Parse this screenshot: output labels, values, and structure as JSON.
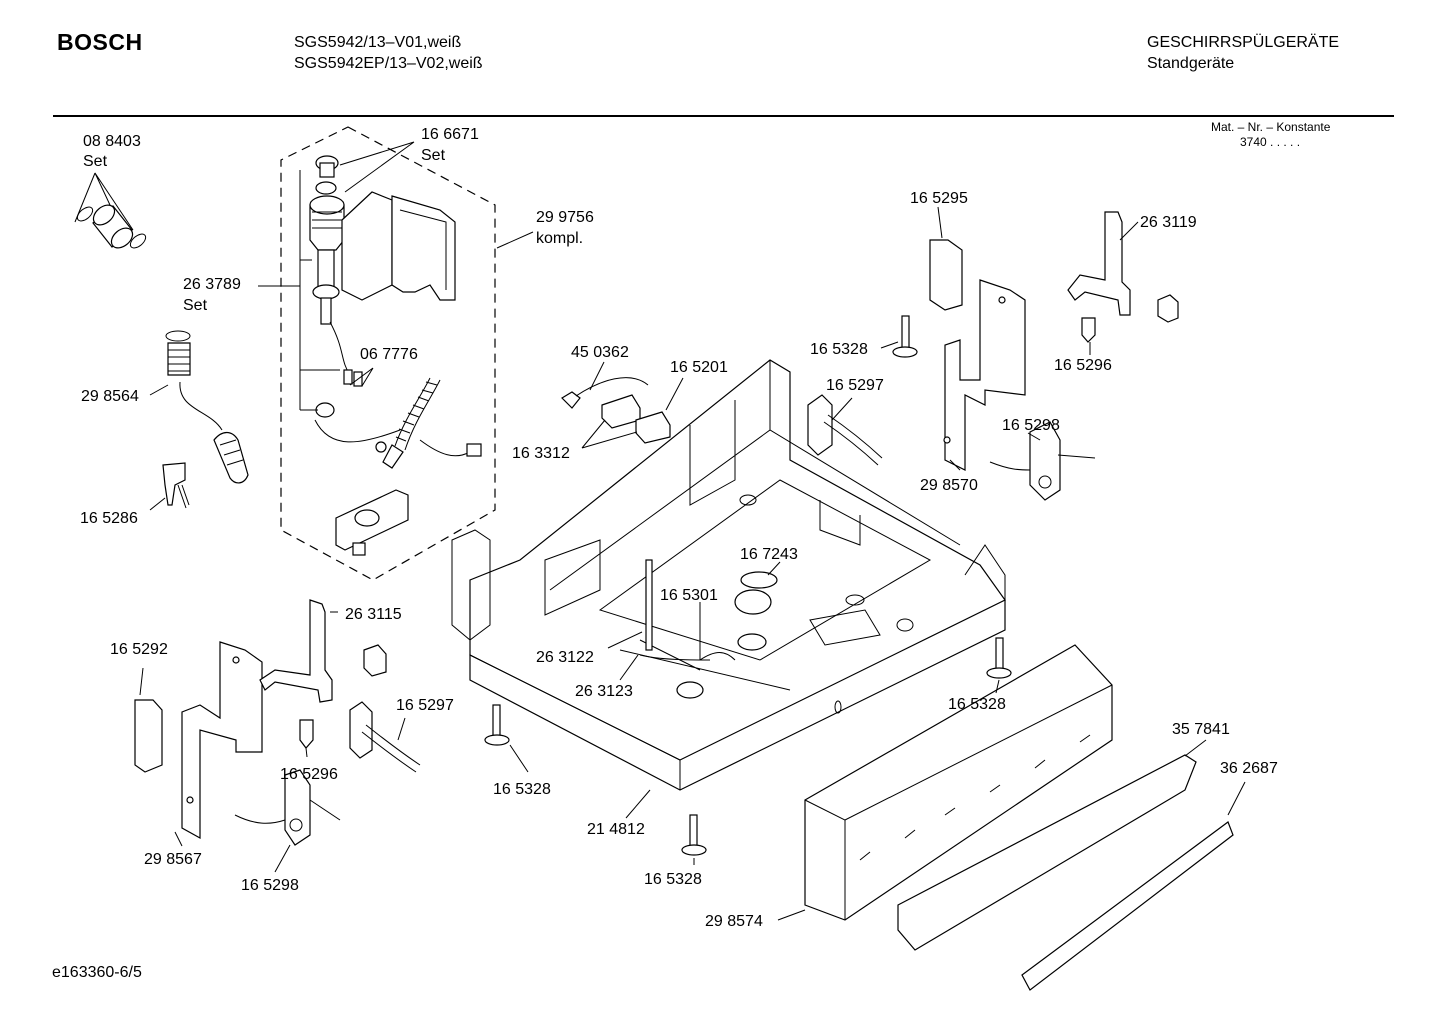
{
  "header": {
    "brand": "BOSCH",
    "model_line_1": "SGS5942/13–V01,weiß",
    "model_line_2": "SGS5942EP/13–V02,weiß",
    "category": "GESCHIRRSPÜLGERÄTE",
    "subcategory": "Standgeräte"
  },
  "mat_nr": {
    "label": "Mat. – Nr. – Konstante",
    "value": "3740  .   .   .   .   ."
  },
  "footer": {
    "code": "e163360-6/5"
  },
  "parts": {
    "p088403": {
      "num": "08 8403",
      "note": "Set"
    },
    "p166671": {
      "num": "16 6671",
      "note": "Set"
    },
    "p299756": {
      "num": "29 9756",
      "note": "kompl."
    },
    "p263789": {
      "num": "26 3789",
      "note": "Set"
    },
    "p298564": {
      "num": "29 8564"
    },
    "p067776": {
      "num": "06 7776"
    },
    "p165286": {
      "num": "16 5286"
    },
    "p450362": {
      "num": "45 0362"
    },
    "p165201": {
      "num": "16 5201"
    },
    "p163312": {
      "num": "16 3312"
    },
    "p165295": {
      "num": "16 5295"
    },
    "p263119": {
      "num": "26 3119"
    },
    "p165328a": {
      "num": "16 5328"
    },
    "p165297a": {
      "num": "16 5297"
    },
    "p165296a": {
      "num": "16 5296"
    },
    "p165298a": {
      "num": "16 5298"
    },
    "p298570": {
      "num": "29 8570"
    },
    "p167243": {
      "num": "16 7243"
    },
    "p165301": {
      "num": "16 5301"
    },
    "p263115": {
      "num": "26 3115"
    },
    "p165292": {
      "num": "16 5292"
    },
    "p263122": {
      "num": "26 3122"
    },
    "p263123": {
      "num": "26 3123"
    },
    "p165328b": {
      "num": "16 5328"
    },
    "p165297b": {
      "num": "16 5297"
    },
    "p165296b": {
      "num": "16 5296"
    },
    "p165328c": {
      "num": "16 5328"
    },
    "p357841": {
      "num": "35 7841"
    },
    "p362687": {
      "num": "36 2687"
    },
    "p214812": {
      "num": "21 4812"
    },
    "p298567": {
      "num": "29 8567"
    },
    "p165298b": {
      "num": "16 5298"
    },
    "p165328d": {
      "num": "16 5328"
    },
    "p298574": {
      "num": "29 8574"
    }
  }
}
